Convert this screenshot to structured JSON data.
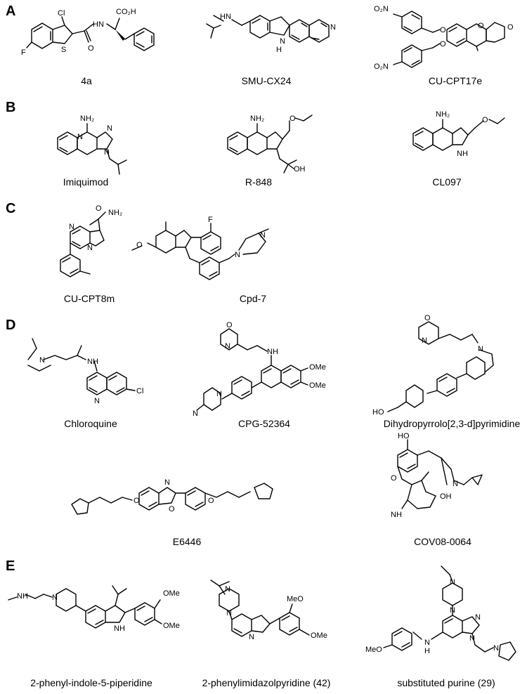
{
  "panels": [
    {
      "letter": "A",
      "compounds": [
        "4a",
        "SMU-CX24",
        "CU-CPT17e"
      ]
    },
    {
      "letter": "B",
      "compounds": [
        "Imiquimod",
        "R-848",
        "CL097"
      ]
    },
    {
      "letter": "C",
      "compounds": [
        "CU-CPT8m",
        "Cpd-7"
      ]
    },
    {
      "letter": "D",
      "compounds": [
        "Chloroquine",
        "CPG-52364",
        "Dihydropyrrolo[2,3-d]pyrimidine",
        "E6446",
        "COV08-0064"
      ]
    },
    {
      "letter": "E",
      "compounds": [
        "2-phenyl-indole-5-piperidine",
        "2-phenylimidazolpyridine (42)",
        "substituted purine (29)"
      ]
    }
  ],
  "atom_labels": {
    "cl": "Cl",
    "f": "F",
    "s": "S",
    "hn": "HN",
    "co2h": "CO₂H",
    "o": "O",
    "nh": "NH",
    "h": "H",
    "n": "N",
    "no2": "O₂N",
    "nh2": "NH₂",
    "oh": "OH",
    "ome": "OMe",
    "meo": "MeO",
    "ho": "HO"
  }
}
